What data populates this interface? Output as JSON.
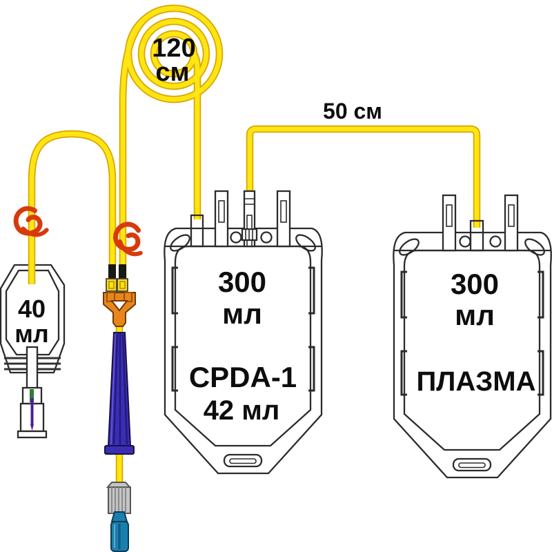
{
  "labels": {
    "coil": {
      "value": "120",
      "unit": "см"
    },
    "transfer_tube": {
      "length": "50 см"
    },
    "sample_bag": {
      "volume": "40",
      "unit": "мл"
    },
    "collection_bag": {
      "volume": "300",
      "unit": "мл",
      "anticoagulant": "CPDA-1",
      "anticoagulant_volume": "42 мл"
    },
    "plasma_bag": {
      "volume": "300",
      "unit": "мл",
      "name": "ПЛАЗМА"
    }
  },
  "colors": {
    "tubing": "#FFE512",
    "tubing_edge": "#D9A400",
    "clamp_red": "#D83A0C",
    "y_connector_orange": "#E8861C",
    "needle_protector_purple": "#3B2EB5",
    "needle_cap_blue": "#1B7FAE",
    "connector_gray": "#C4C4C4",
    "holder_green": "#2F7D32",
    "needle_purple": "#4C1D95",
    "outline_black": "#2b2b2b",
    "text_black": "#0d0d0d",
    "background": "#FFFFFF"
  }
}
